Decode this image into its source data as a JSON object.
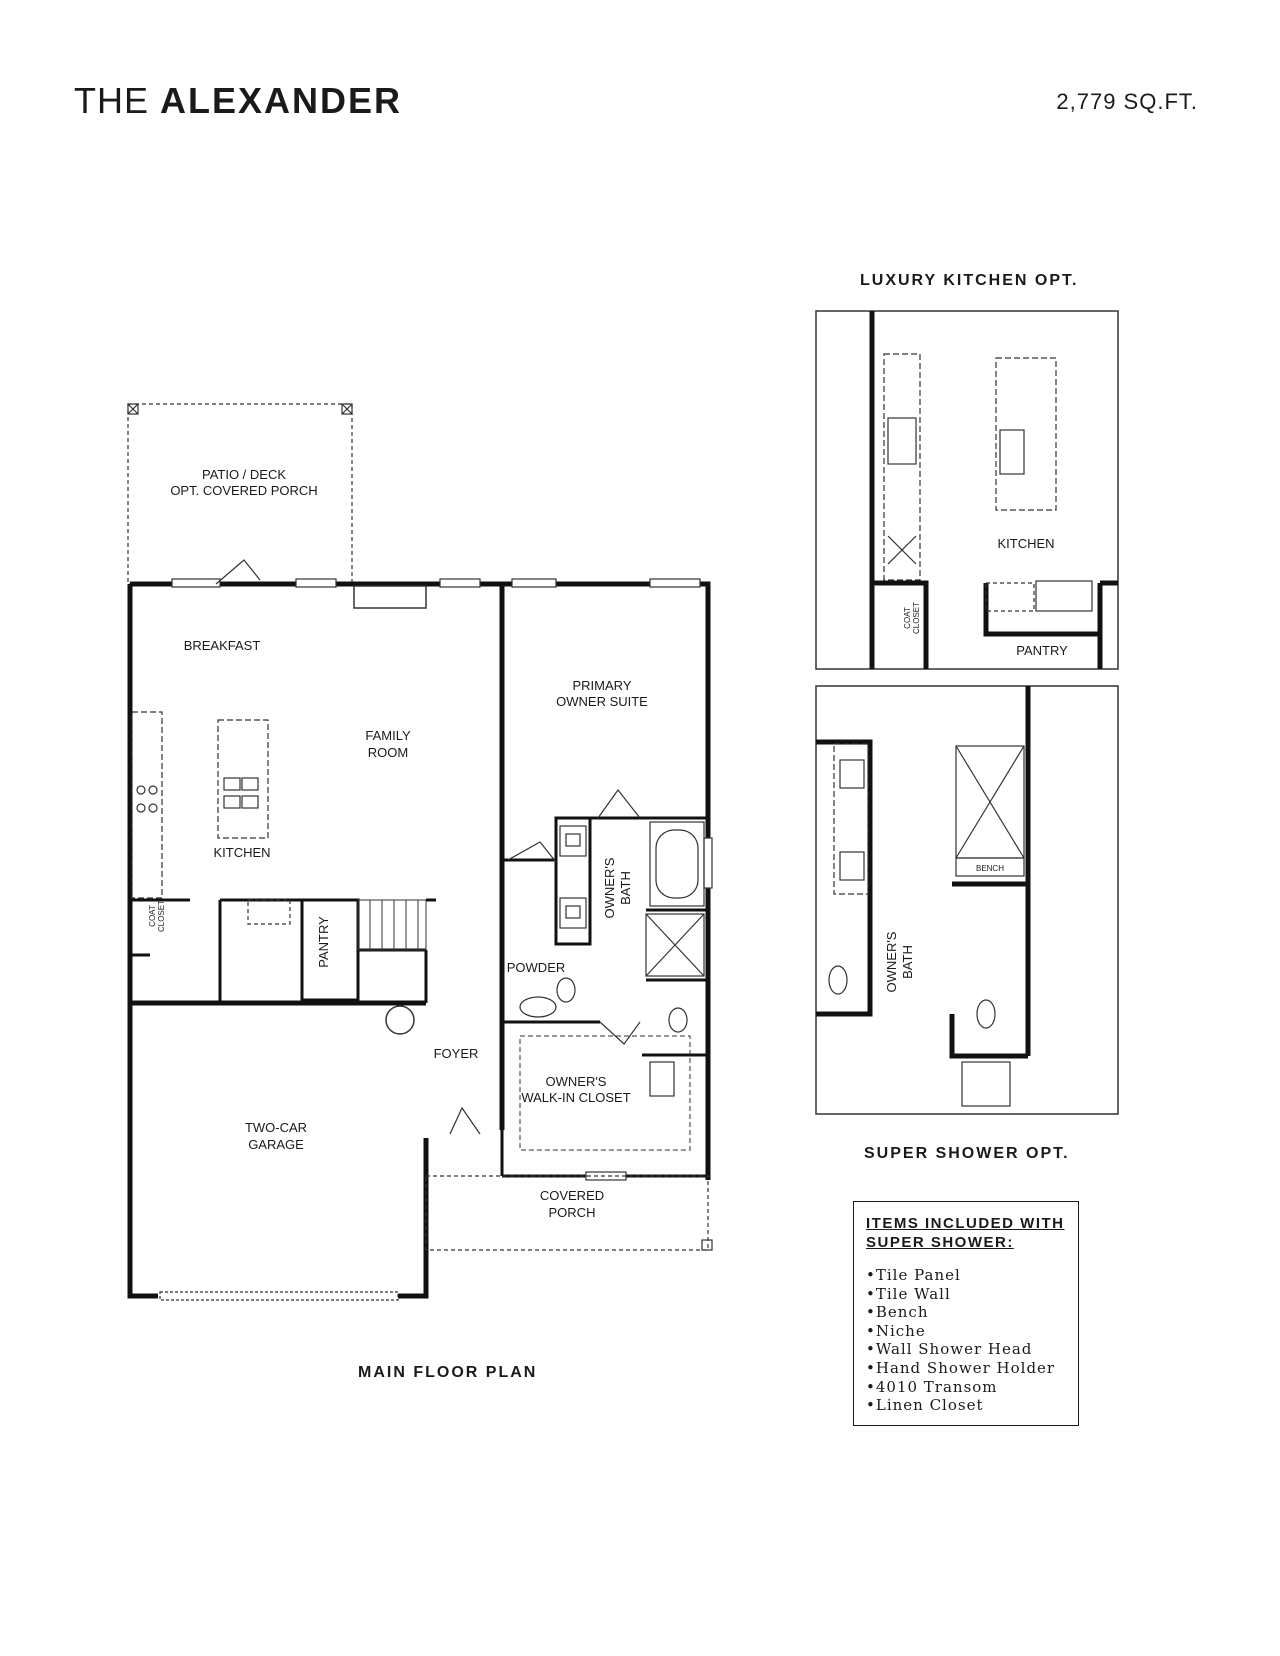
{
  "header": {
    "title_prefix": "THE",
    "title_name": "ALEXANDER",
    "sqft": "2,779 SQ.FT."
  },
  "captions": {
    "main_plan": "MAIN FLOOR PLAN",
    "luxury_kitchen": "LUXURY KITCHEN OPT.",
    "super_shower": "SUPER SHOWER OPT."
  },
  "main_plan": {
    "patio_line1": "PATIO / DECK",
    "patio_line2": "OPT. COVERED PORCH",
    "breakfast": "BREAKFAST",
    "family_room_line1": "FAMILY",
    "family_room_line2": "ROOM",
    "kitchen": "KITCHEN",
    "primary_line1": "PRIMARY",
    "primary_line2": "OWNER SUITE",
    "owners_bath_line1": "OWNER'S",
    "owners_bath_line2": "BATH",
    "coat_closet_line1": "COAT",
    "coat_closet_line2": "CLOSET",
    "pantry": "PANTRY",
    "powder": "POWDER",
    "foyer": "FOYER",
    "closet_line1": "OWNER'S",
    "closet_line2": "WALK-IN CLOSET",
    "garage_line1": "TWO-CAR",
    "garage_line2": "GARAGE",
    "porch_line1": "COVERED",
    "porch_line2": "PORCH"
  },
  "kitchen_opt": {
    "kitchen": "KITCHEN",
    "pantry": "PANTRY",
    "coat_line1": "COAT",
    "coat_line2": "CLOSET"
  },
  "shower_opt": {
    "bench": "BENCH",
    "bath_line1": "OWNER'S",
    "bath_line2": "BATH"
  },
  "legend": {
    "title_line1": "ITEMS INCLUDED WITH",
    "title_line2": "SUPER SHOWER:",
    "items": [
      "Tile Panel",
      "Tile Wall",
      "Bench",
      "Niche",
      "Wall Shower Head",
      "Hand Shower Holder",
      "4010 Transom",
      "Linen Closet"
    ]
  }
}
